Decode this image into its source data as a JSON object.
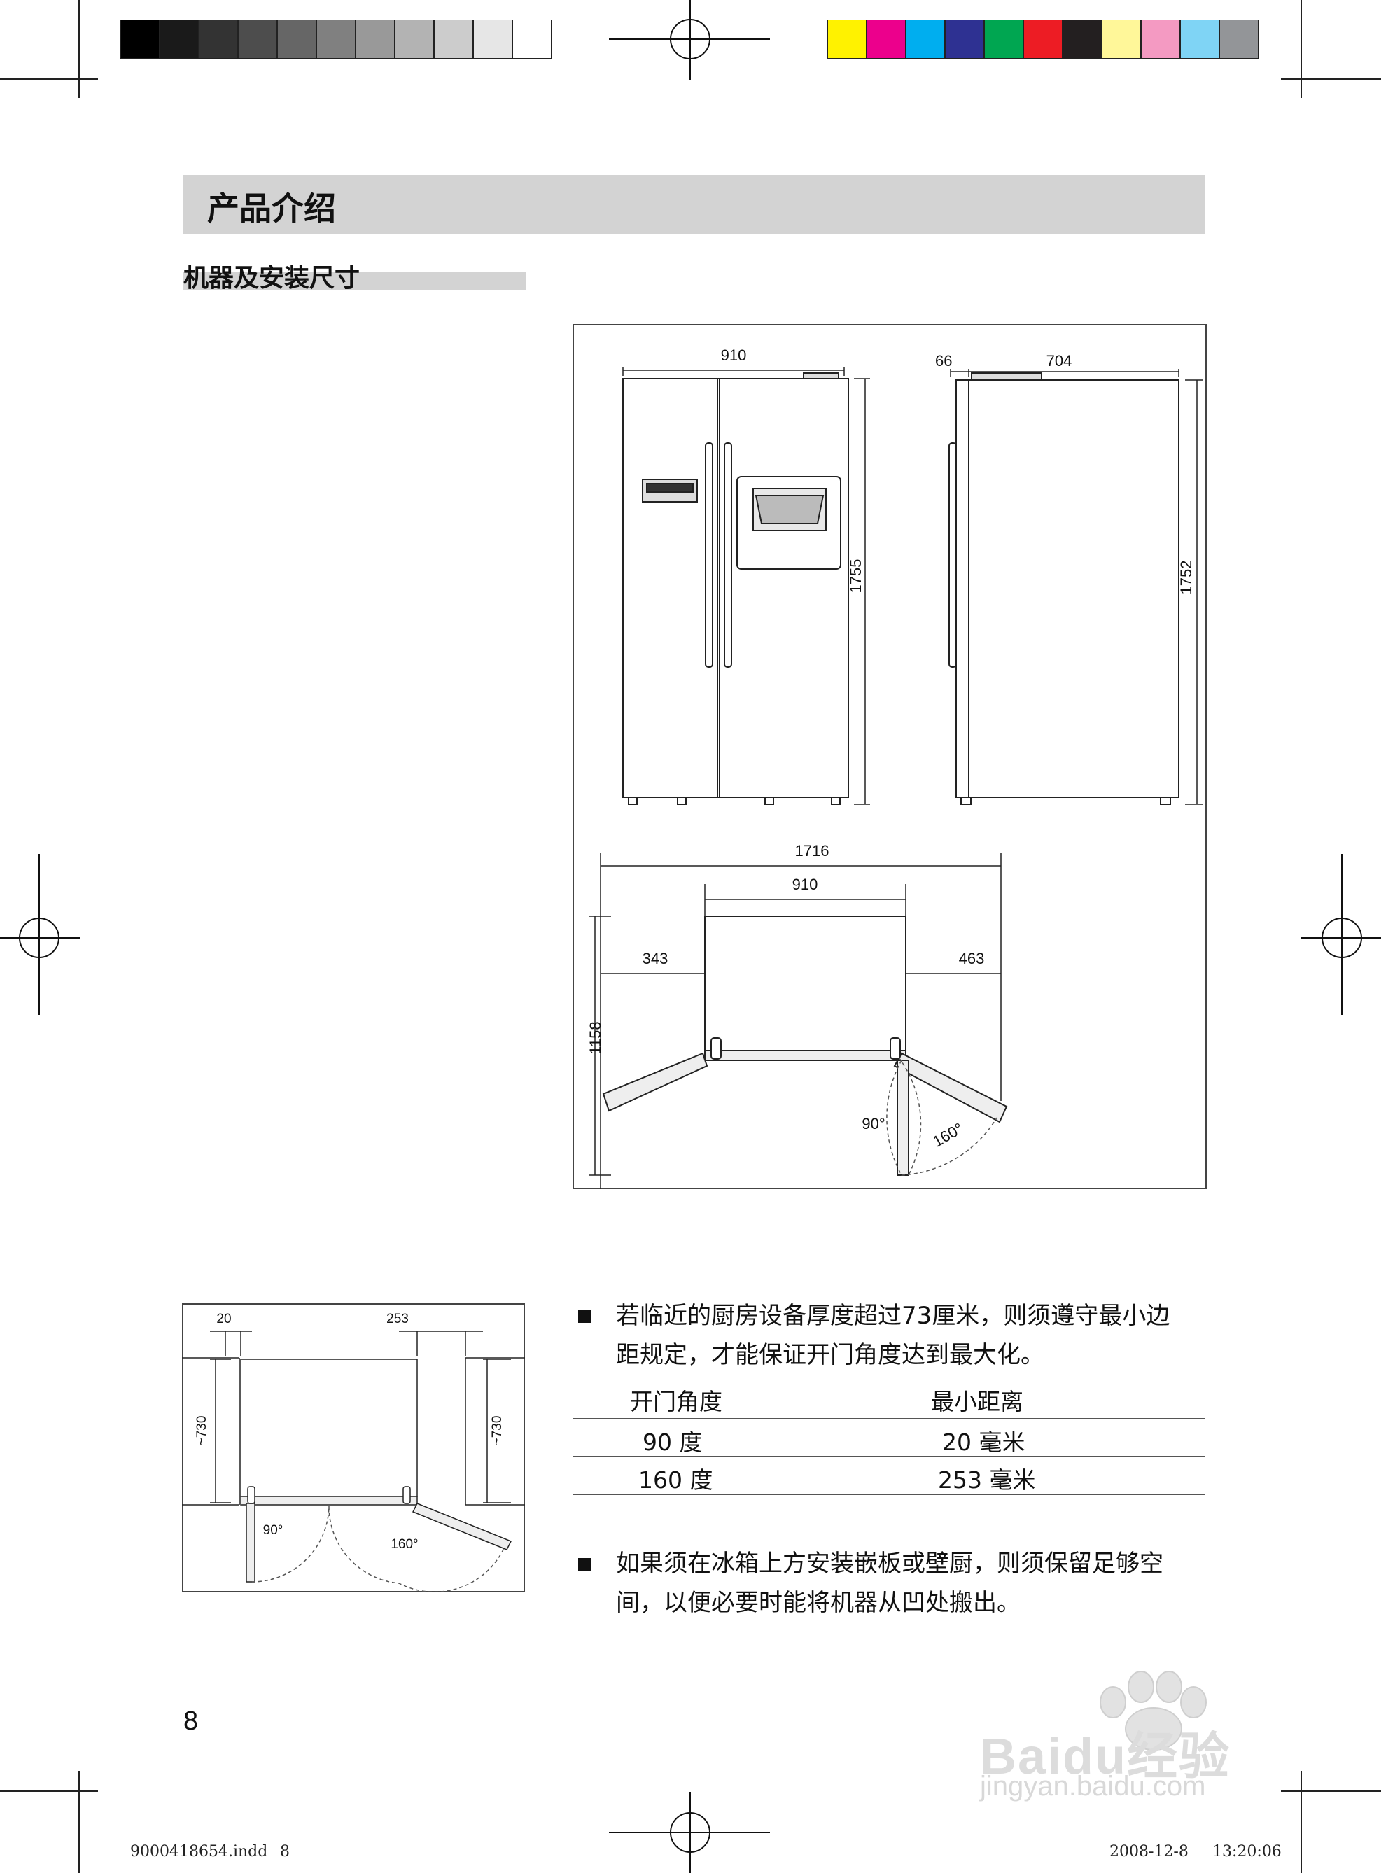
{
  "header": {
    "title": "产品介绍",
    "subtitle": "机器及安装尺寸"
  },
  "color_bar": {
    "grays": [
      "#000000",
      "#1a1a1a",
      "#333333",
      "#4d4d4d",
      "#666666",
      "#808080",
      "#999999",
      "#b3b3b3",
      "#cccccc",
      "#e6e6e6",
      "#ffffff"
    ],
    "colors": [
      "#fff200",
      "#ec008c",
      "#00aeef",
      "#2e3192",
      "#00a651",
      "#ed1c24",
      "#231f20",
      "#fff799",
      "#f49ac2",
      "#7fd4f5",
      "#939598"
    ]
  },
  "diagram_main": {
    "front_width": "910",
    "front_height": "1755",
    "side_door": "66",
    "side_depth": "704",
    "side_height": "1752",
    "top_total": "1716",
    "top_width": "910",
    "top_left_clear": "343",
    "top_right_clear": "463",
    "top_depth": "1158",
    "angle_90": "90°",
    "angle_160": "160°"
  },
  "diagram_small": {
    "left_gap": "20",
    "right_gap": "253",
    "left_depth": "~730",
    "right_depth": "~730",
    "angle_90": "90°",
    "angle_160": "160°"
  },
  "notes": {
    "bullet1_line1": "若临近的厨房设备厚度超过73厘米，则须遵守最小边",
    "bullet1_line2": "距规定，才能保证开门角度达到最大化。",
    "bullet2_line1": "如果须在冰箱上方安装嵌板或壁厨，则须保留足够空",
    "bullet2_line2": "间，以便必要时能将机器从凹处搬出。"
  },
  "table": {
    "headers": [
      "开门角度",
      "最小距离"
    ],
    "rows": [
      [
        "90 度",
        "20 毫米"
      ],
      [
        "160 度",
        "253 毫米"
      ]
    ]
  },
  "page_number": "8",
  "footer": {
    "file": "9000418654.indd",
    "page": "8",
    "date": "2008-12-8",
    "time": "13:20:06"
  },
  "watermark": {
    "brand": "Baidu经验",
    "url": "jingyan.baidu.com"
  }
}
